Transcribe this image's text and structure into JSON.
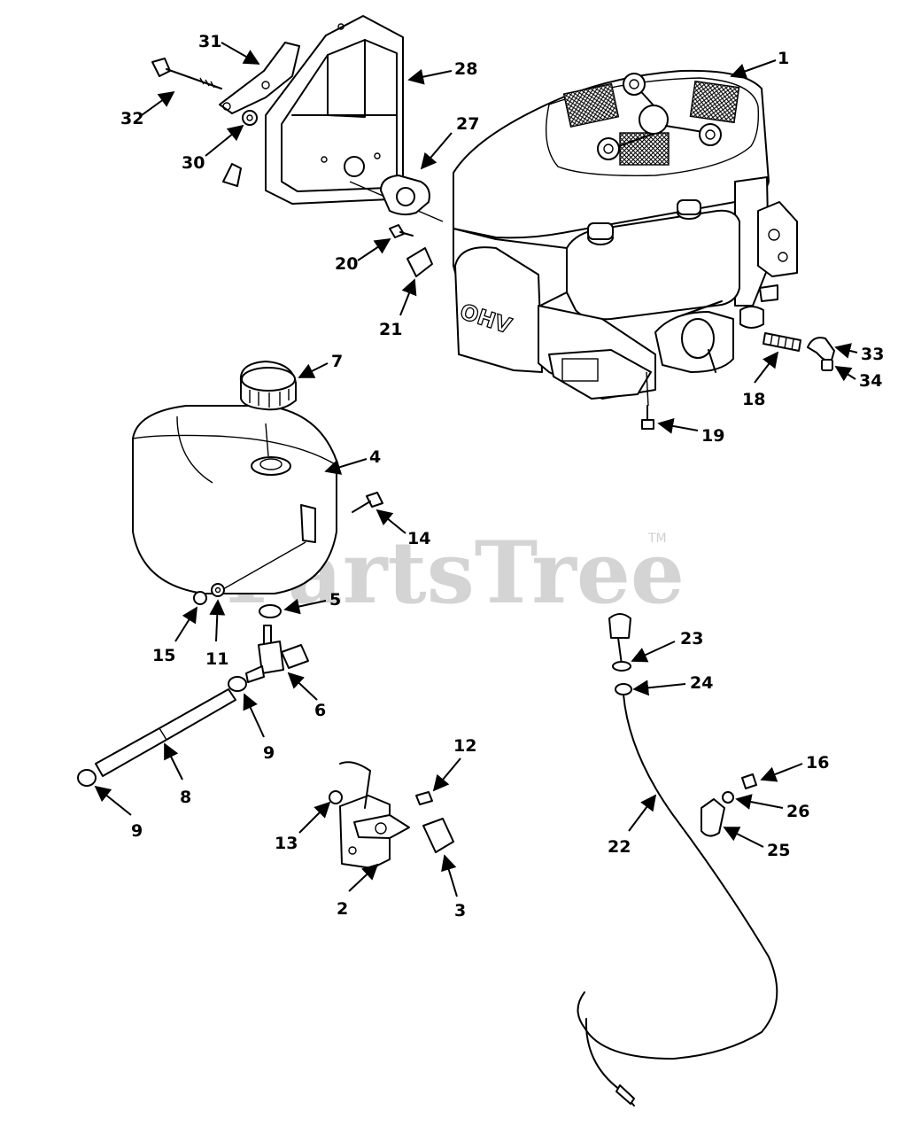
{
  "watermark": {
    "text": "PartsTree",
    "tm": "TM"
  },
  "engine_badge": "OHV",
  "callouts": [
    {
      "id": "c1",
      "label": "1"
    },
    {
      "id": "c2",
      "label": "2"
    },
    {
      "id": "c3",
      "label": "3"
    },
    {
      "id": "c4",
      "label": "4"
    },
    {
      "id": "c5",
      "label": "5"
    },
    {
      "id": "c6",
      "label": "6"
    },
    {
      "id": "c7",
      "label": "7"
    },
    {
      "id": "c8",
      "label": "8"
    },
    {
      "id": "c9a",
      "label": "9"
    },
    {
      "id": "c9b",
      "label": "9"
    },
    {
      "id": "c11",
      "label": "11"
    },
    {
      "id": "c12",
      "label": "12"
    },
    {
      "id": "c13",
      "label": "13"
    },
    {
      "id": "c14",
      "label": "14"
    },
    {
      "id": "c15",
      "label": "15"
    },
    {
      "id": "c16",
      "label": "16"
    },
    {
      "id": "c18",
      "label": "18"
    },
    {
      "id": "c19",
      "label": "19"
    },
    {
      "id": "c20",
      "label": "20"
    },
    {
      "id": "c21",
      "label": "21"
    },
    {
      "id": "c22",
      "label": "22"
    },
    {
      "id": "c23",
      "label": "23"
    },
    {
      "id": "c24",
      "label": "24"
    },
    {
      "id": "c25",
      "label": "25"
    },
    {
      "id": "c26",
      "label": "26"
    },
    {
      "id": "c27",
      "label": "27"
    },
    {
      "id": "c28",
      "label": "28"
    },
    {
      "id": "c30",
      "label": "30"
    },
    {
      "id": "c31",
      "label": "31"
    },
    {
      "id": "c32",
      "label": "32"
    },
    {
      "id": "c33",
      "label": "33"
    },
    {
      "id": "c34",
      "label": "34"
    }
  ]
}
